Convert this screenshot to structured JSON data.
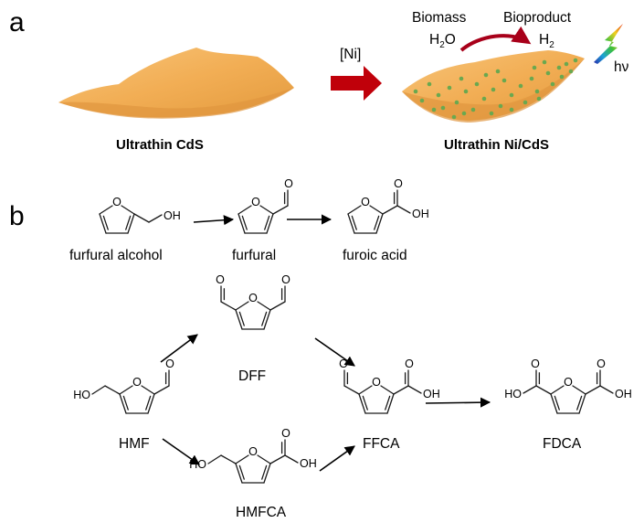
{
  "panel_a": {
    "letter": "a",
    "caption_left": "Ultrathin CdS",
    "caption_right": "Ultrathin Ni/CdS",
    "reagent": "[Ni]",
    "biomass": "Biomass",
    "bioproduct": "Bioproduct",
    "water_main": "H",
    "water_sub": "2",
    "water_end": "O",
    "h2_main": "H",
    "h2_sub": "2",
    "light": "hν",
    "colors": {
      "sheet": "#f4b460",
      "sheet_dark": "#d9923a",
      "dots": "#6aa84f",
      "big_arrow": "#c0000a"
    }
  },
  "panel_b": {
    "letter": "b",
    "row1": {
      "compound1": "furfural alcohol",
      "compound2": "furfural",
      "compound3": "furoic acid"
    },
    "row2": {
      "hmf": "HMF",
      "dff": "DFF",
      "hmfca": "HMFCA",
      "ffca": "FFCA",
      "fdca": "FDCA"
    },
    "atoms": {
      "o": "O",
      "oh": "OH",
      "ho": "HO"
    }
  }
}
